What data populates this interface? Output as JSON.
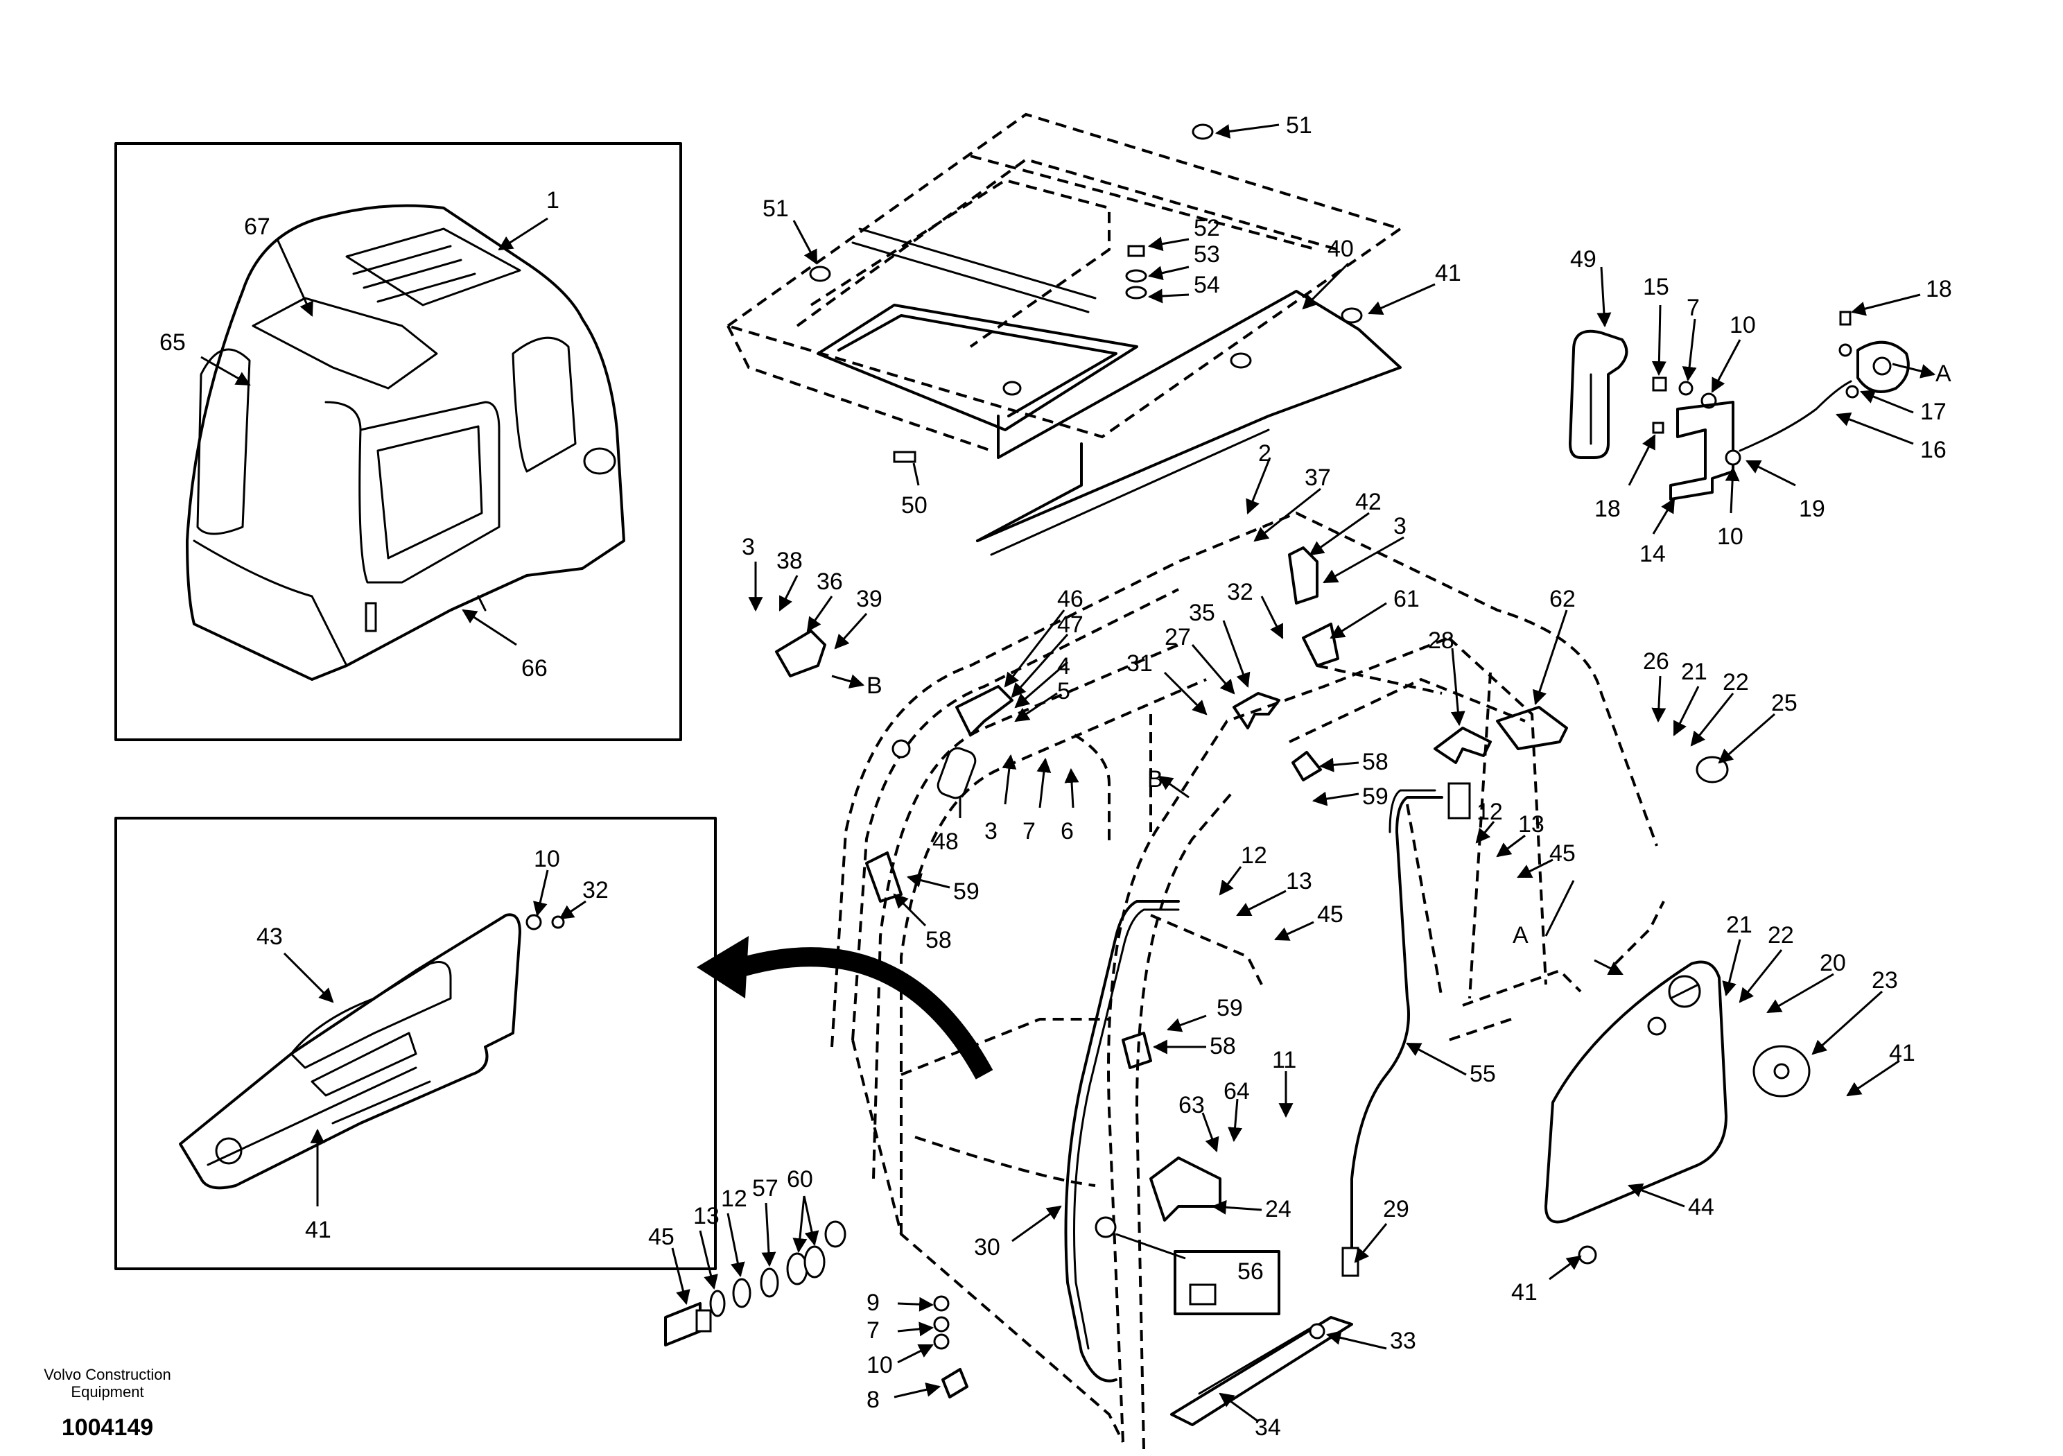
{
  "footer": {
    "company_line1": "Volvo Construction",
    "company_line2": "Equipment",
    "figure_number": "1004149"
  },
  "arrow_refs": {
    "a_main": "A",
    "a_lock": "A",
    "b_hinge": "B",
    "b_door": "B"
  },
  "callouts": {
    "c1": "1",
    "c67": "67",
    "c65": "65",
    "c66": "66",
    "c43": "43",
    "c10a": "10",
    "c32a": "32",
    "c41a": "41",
    "c51a": "51",
    "c51b": "51",
    "c52": "52",
    "c53": "53",
    "c54": "54",
    "c40": "40",
    "c41b": "41",
    "c50": "50",
    "c49": "49",
    "c15": "15",
    "c7a": "7",
    "c10b": "10",
    "c18a": "18",
    "c17": "17",
    "c16": "16",
    "c18b": "18",
    "c14": "14",
    "c10c": "10",
    "c19": "19",
    "c2": "2",
    "c37": "37",
    "c42": "42",
    "c3a": "3",
    "c3b": "3",
    "c38": "38",
    "c36": "36",
    "c39": "39",
    "c46": "46",
    "c47": "47",
    "c4": "4",
    "c5": "5",
    "c32b": "32",
    "c35": "35",
    "c61": "61",
    "c27": "27",
    "c31": "31",
    "c28": "28",
    "c62": "62",
    "c26": "26",
    "c21a": "21",
    "c22a": "22",
    "c25": "25",
    "c48": "48",
    "c3c": "3",
    "c7b": "7",
    "c6": "6",
    "c58a": "58",
    "c59a": "59",
    "c12a": "12",
    "c13a": "13",
    "c45a": "45",
    "c59b": "59",
    "c58b": "58",
    "c12b": "12",
    "c13b": "13",
    "c45b": "45",
    "c59c": "59",
    "c58c": "58",
    "c21b": "21",
    "c22b": "22",
    "c20": "20",
    "c23": "23",
    "c41c": "41",
    "c11": "11",
    "c63": "63",
    "c64": "64",
    "c55": "55",
    "c24": "24",
    "c44": "44",
    "c45c": "45",
    "c13c": "13",
    "c12c": "12",
    "c57": "57",
    "c60": "60",
    "c30": "30",
    "c56": "56",
    "c29": "29",
    "c9": "9",
    "c7c": "7",
    "c10d": "10",
    "c8": "8",
    "c33": "33",
    "c34": "34",
    "c41d": "41"
  }
}
